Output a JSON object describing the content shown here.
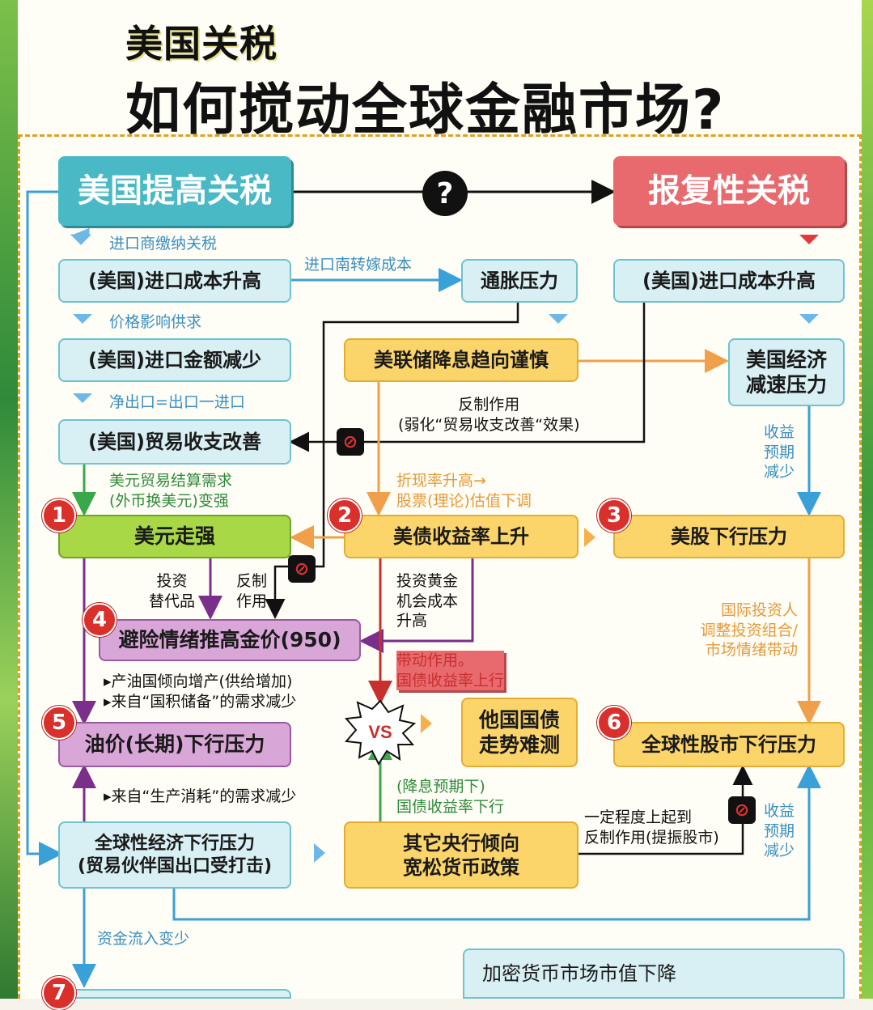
{
  "title": {
    "line1": "美国关税",
    "line2": "如何搅动全球金融市场?"
  },
  "icons": {
    "question": "?",
    "stop": "⊘",
    "vs": "VS"
  },
  "colors": {
    "teal": "#49b9c5",
    "red": "#e86a6e",
    "yellow": "#fbd46a",
    "green": "#a8d845",
    "purple": "#d9a6d8",
    "lightblue": "#d8eff3"
  },
  "badges": [
    "1",
    "2",
    "3",
    "4",
    "5",
    "6",
    "7"
  ],
  "boxes": {
    "us_tariff": "美国提高关税",
    "retaliation": "报复性关税",
    "us_cost_up": "(美国)进口成本升高",
    "inflation": "通胀压力",
    "retal_cost_up": "(美国)进口成本升高",
    "us_import_down": "(美国)进口金额减少",
    "fed_cautious": "美联储降息趋向谨慎",
    "us_econ_slow": "美国经济\n减速压力",
    "trade_improve": "(美国)贸易收支改善",
    "usd_strong": "美元走强",
    "yield_up": "美债收益率上升",
    "us_stock_down": "美股下行压力",
    "gold_up": "避险情绪推高金价(950)",
    "oil_down": "油价(长期)下行压力",
    "other_bonds": "他国国债\n走势难测",
    "global_stock_down": "全球性股市下行压力",
    "global_econ_down": "全球性经济下行压力\n(贸易伙伴国出口受打击)",
    "other_cb_easing": "其它央行倾向\n宽松货币政策",
    "crypto_down": "加密货币市场市值下降"
  },
  "labels": {
    "importer_pays": "进口商缴纳关税",
    "importer_pass": "进口南转嫁成本",
    "price_supply": "价格影响供求",
    "net_export": "净出口=出口一进口",
    "counter_effect": "反制作用\n(弱化“贸易收支改善“效果)",
    "usd_demand": "美元贸易结算需求\n(外币换美元)变强",
    "discount_rate": "折现率升高→\n股票(理论)估值下调",
    "earnings_down_1": "收益\n预期\n减少",
    "invest_alt": "投资\n替代品",
    "counter2": "反制\n作用",
    "gold_cost": "投资黄金\n机会成本\n升高",
    "intl_investors": "国际投资人\n调整投资组合/\n市场情绪带动",
    "drive_effect": "带动作用。\n国债收益率上行",
    "oil_supply": "▸产油国倾向增产(供给增加)\n▸来自“国积储备”的需求减少",
    "oil_consumption": "▸来自“生产消耗”的需求减少",
    "easing_expect": "(降息预期下)\n国债收益率下行",
    "partial_counter": "一定程度上起到\n反制作用(提振股市)",
    "earnings_down_2": "收益\n预期\n减少",
    "capital_inflow": "资金流入变少"
  }
}
